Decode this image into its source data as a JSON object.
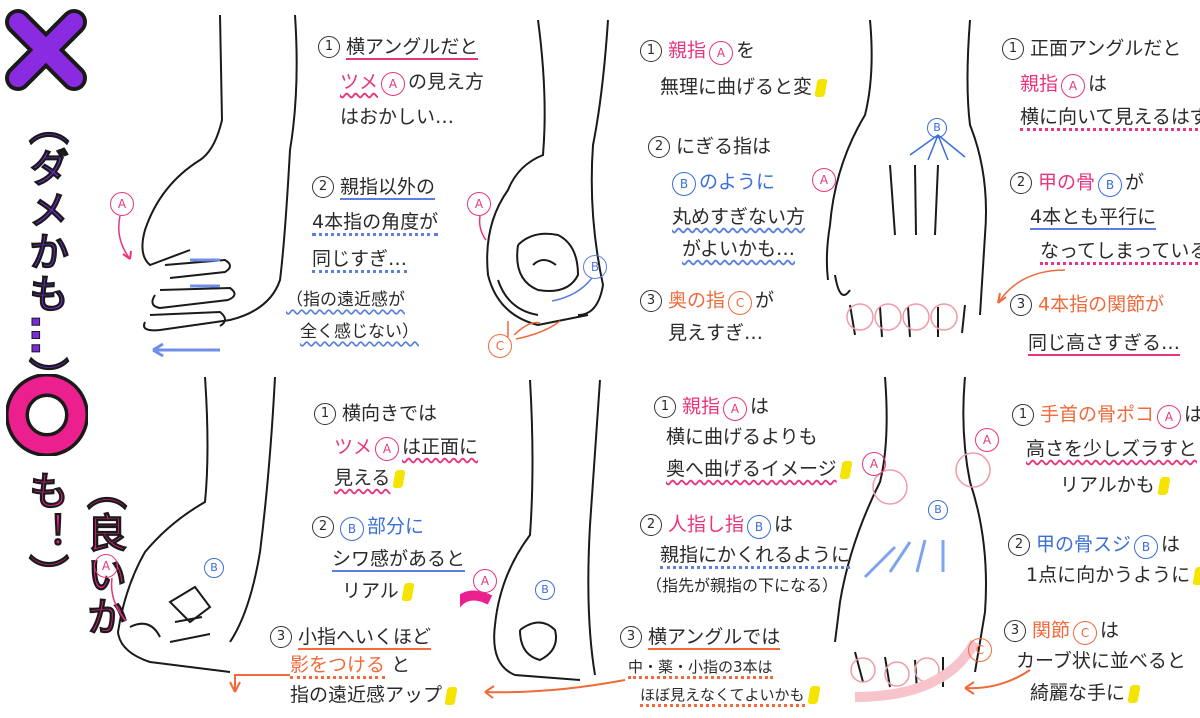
{
  "side": {
    "bad_mark": "✕",
    "bad_text": "（ダメかも…）",
    "good_mark": "〇",
    "good_text": "（良いかも！）",
    "colors": {
      "bad": "#7a2bd8",
      "good": "#ec1f8e"
    }
  },
  "labels": {
    "a": "A",
    "b": "B",
    "c": "C"
  },
  "bad": {
    "p1": {
      "n1": "1",
      "l1a": "横アングルだと",
      "l1b_mark": "ツメ",
      "l1b_a": "A",
      "l1b_rest": "の見え方",
      "l1c": "はおかしい…",
      "n2": "2",
      "l2a": "親指以外の",
      "l2b": "4本指の角度が",
      "l2c": "同じすぎ…",
      "l3a": "（指の遠近感が",
      "l3b": "全く感じない）"
    },
    "p2": {
      "n1": "1",
      "l1a_mark": "親指",
      "l1a_a": "A",
      "l1a_rest": "を",
      "l1b": "無理に曲げると変",
      "n2": "2",
      "l2a": "にぎる指は",
      "l2b_b": "B",
      "l2b_rest": "のように",
      "l2c": "丸めすぎない方",
      "l2d": "がよいかも…",
      "n3": "3",
      "l3a_mark": "奥の指",
      "l3a_c": "C",
      "l3a_rest": "が",
      "l3b": "見えすぎ…"
    },
    "p3": {
      "n1": "1",
      "l1a": "正面アングルだと",
      "l1b_mark": "親指",
      "l1b_a": "A",
      "l1b_rest": "は",
      "l1c": "横に向いて見えるはず…",
      "n2": "2",
      "l2a_mark": "甲の骨",
      "l2a_b": "B",
      "l2a_rest": "が",
      "l2b": "4本とも平行に",
      "l2c": "なってしまっている…",
      "n3": "3",
      "l3a": "4本指の関節が",
      "l3b": "同じ高さすぎる…"
    }
  },
  "good": {
    "p1": {
      "n1": "1",
      "l1a": "横向きでは",
      "l1b_mark": "ツメ",
      "l1b_a": "A",
      "l1b_rest": "は正面に",
      "l1c": "見える",
      "n2": "2",
      "l2a_b": "B",
      "l2a_rest": "部分に",
      "l2b": "シワ感があると",
      "l2c": "リアル",
      "n3": "3",
      "l3a": "小指へいくほど",
      "l3b": "影をつける",
      "l3b_rest": "と",
      "l3c": "指の遠近感アップ"
    },
    "p2": {
      "n1": "1",
      "l1a_mark": "親指",
      "l1a_a": "A",
      "l1a_rest": "は",
      "l1b": "横に曲げるよりも",
      "l1c": "奥へ曲げるイメージ",
      "n2": "2",
      "l2a_mark": "人指し指",
      "l2a_b": "B",
      "l2a_rest": "は",
      "l2b": "親指にかくれるように",
      "l2c": "（指先が親指の下になる）",
      "n3": "3",
      "l3a": "横アングルでは",
      "l3b": "中・薬・小指の3本は",
      "l3c": "ほぼ見えなくてよいかも"
    },
    "p3": {
      "n1": "1",
      "l1a": "手首の骨ポコ",
      "l1a_a": "A",
      "l1a_rest": "は",
      "l1b": "高さを少しズラすと",
      "l1c": "リアルかも",
      "n2": "2",
      "l2a_mark": "甲の骨スジ",
      "l2a_b": "B",
      "l2a_rest": "は",
      "l2b": "1点に向かうように",
      "n3": "3",
      "l3a_mark": "関節",
      "l3a_c": "C",
      "l3a_rest": "は",
      "l3b": "カーブ状に並べると",
      "l3c": "綺麗な手に"
    }
  }
}
